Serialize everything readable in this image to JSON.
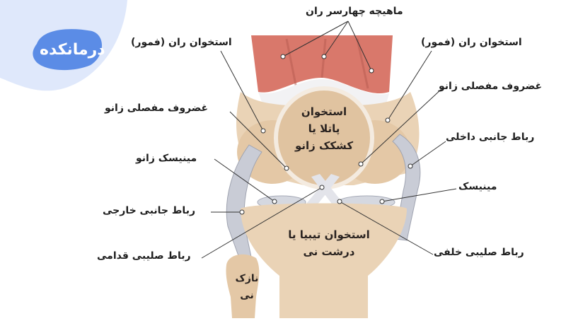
{
  "logo": {
    "text": "درمانکده",
    "colors": {
      "blob": "#5b8ce6",
      "corner": "#dfe8fb"
    }
  },
  "labels": {
    "quadriceps": "ماهیچه چهارسر ران",
    "femur_left": "استخوان ران (فمور)",
    "femur_right": "استخوان ران (فمور)",
    "cartilage_left": "غضروف مفصلی زانو",
    "cartilage_right": "غضروف مفصلی زانو",
    "meniscus_left": "مینیسک زانو",
    "meniscus_right": "مینیسک",
    "medial_ligament": "رباط جانبی داخلی",
    "lateral_ligament": "رباط جانبی خارجی",
    "acl": "رباط صلیبی قدامی",
    "pcl": "رباط صلیبی خلفی"
  },
  "inner_labels": {
    "patella": [
      "استخوان",
      "پاتلا یا",
      "کشکک زانو"
    ],
    "tibia": [
      "استخوان تیبیا یا",
      "درشت نی"
    ],
    "fibula": [
      "نازک",
      "نی"
    ]
  },
  "colors": {
    "muscle": "#d9786b",
    "bone": "#ead3b6",
    "ligament": "#c9ccd6",
    "line": "#333333"
  }
}
